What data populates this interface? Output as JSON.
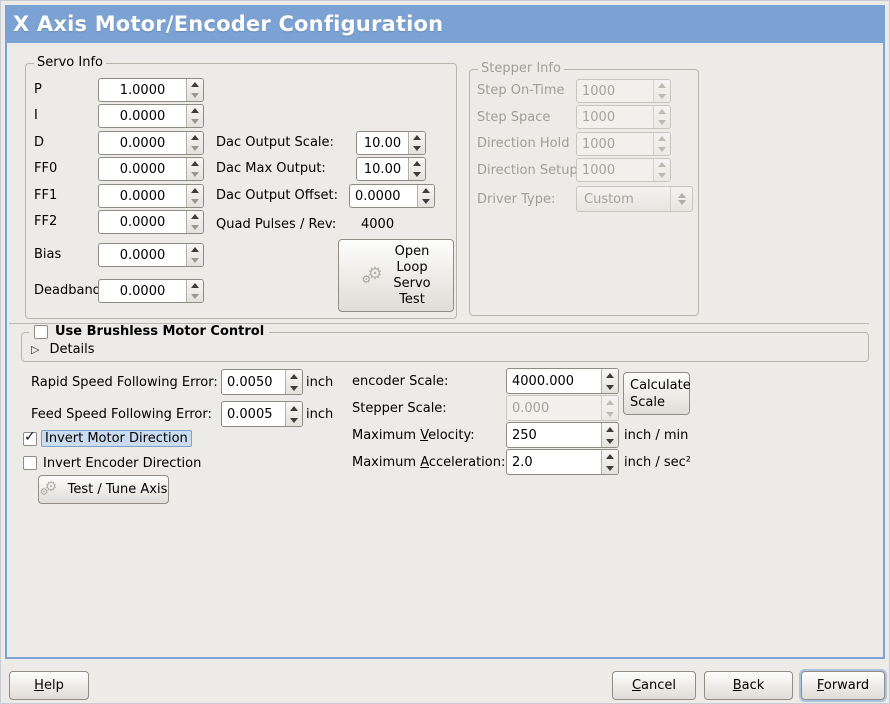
{
  "window": {
    "title": "X Axis Motor/Encoder Configuration"
  },
  "colors": {
    "accent_blue": "#7ba2d2",
    "background": "#ecebe7",
    "focus_highlight": "#cbdcf0",
    "disabled_text": "#a19e97"
  },
  "icons": {
    "expander_collapsed": "▷",
    "checkmark": "✓",
    "gear_large": "⚙",
    "gear_small": "⚙"
  },
  "servo_info": {
    "title": "Servo Info",
    "params": [
      {
        "label": "P",
        "value": "1.0000"
      },
      {
        "label": "I",
        "value": "0.0000"
      },
      {
        "label": "D",
        "value": "0.0000"
      },
      {
        "label": "FF0",
        "value": "0.0000"
      },
      {
        "label": "FF1",
        "value": "0.0000"
      },
      {
        "label": "FF2",
        "value": "0.0000"
      },
      {
        "label": "Bias",
        "value": "0.0000"
      },
      {
        "label": "Deadband",
        "value": "0.0000"
      }
    ],
    "dac": [
      {
        "label": "Dac Output Scale:",
        "value": "10.00"
      },
      {
        "label": "Dac Max Output:",
        "value": "10.00"
      },
      {
        "label": "Dac Output Offset:",
        "value": "0.0000"
      }
    ],
    "quad_label": "Quad Pulses / Rev:",
    "quad_value": "4000",
    "open_loop_lines": [
      "Open",
      "Loop",
      "Servo",
      "Test"
    ]
  },
  "stepper_info": {
    "title": "Stepper Info",
    "params": [
      {
        "label": "Step On-Time",
        "value": "1000"
      },
      {
        "label": "Step Space",
        "value": "1000"
      },
      {
        "label": "Direction Hold",
        "value": "1000"
      },
      {
        "label": "Direction Setup",
        "value": "1000"
      }
    ],
    "driver_type_label": "Driver Type:",
    "driver_type_value": "Custom"
  },
  "brushless": {
    "checkbox_label": "Use Brushless Motor Control",
    "details_label": "Details"
  },
  "following_error": {
    "rapid_label": "Rapid Speed Following Error:",
    "rapid_value": "0.0050",
    "rapid_unit": "inch",
    "feed_label": "Feed Speed Following Error:",
    "feed_value": "0.0005",
    "feed_unit": "inch"
  },
  "scales": {
    "encoder_label": "encoder Scale:",
    "encoder_value": "4000.000",
    "stepper_label": "Stepper Scale:",
    "stepper_value": "0.000",
    "calc_lines": [
      "Calculate",
      "Scale"
    ],
    "velocity": {
      "pre": "Maximum ",
      "key": "V",
      "rest": "elocity:",
      "value": "250",
      "unit": "inch / min"
    },
    "accel": {
      "pre": "Maximum ",
      "key": "A",
      "rest": "cceleration:",
      "value": "2.0",
      "unit": "inch / sec²"
    }
  },
  "inverts": {
    "motor_label": "Invert Motor Direction",
    "encoder_label": "Invert Encoder Direction",
    "test_button_label": "Test / Tune Axis"
  },
  "footer": {
    "help": {
      "key": "H",
      "rest": "elp"
    },
    "cancel": {
      "key": "C",
      "rest": "ancel"
    },
    "back": {
      "key": "B",
      "rest": "ack"
    },
    "forward": {
      "key": "F",
      "rest": "orward"
    }
  }
}
